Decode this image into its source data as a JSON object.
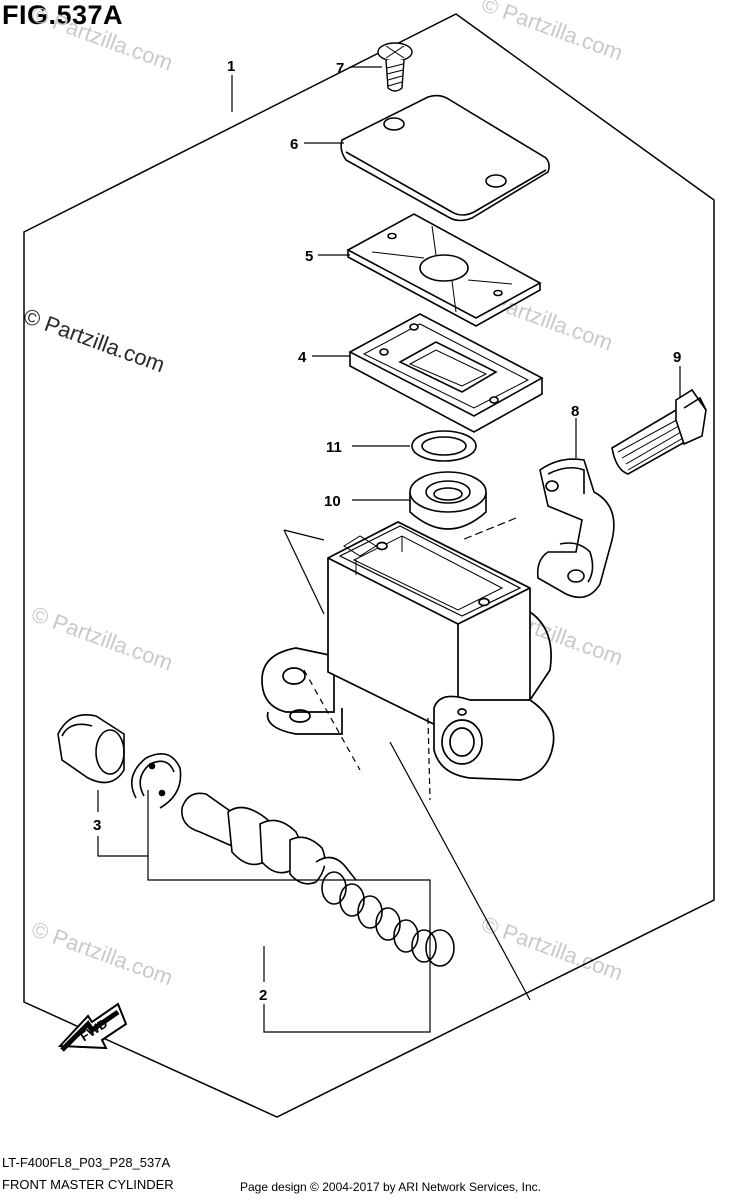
{
  "figure": {
    "title": "FIG.537A",
    "part_code": "LT-F400FL8_P03_P28_537A",
    "assembly_name": "FRONT MASTER CYLINDER"
  },
  "callouts": [
    "1",
    "2",
    "3",
    "4",
    "5",
    "6",
    "7",
    "8",
    "9",
    "10",
    "11"
  ],
  "watermark": {
    "text": "© Partzilla.com"
  },
  "direction_badge": "FWD",
  "footer": {
    "credit": "Page design © 2004-2017 by ARI Network Services, Inc."
  }
}
